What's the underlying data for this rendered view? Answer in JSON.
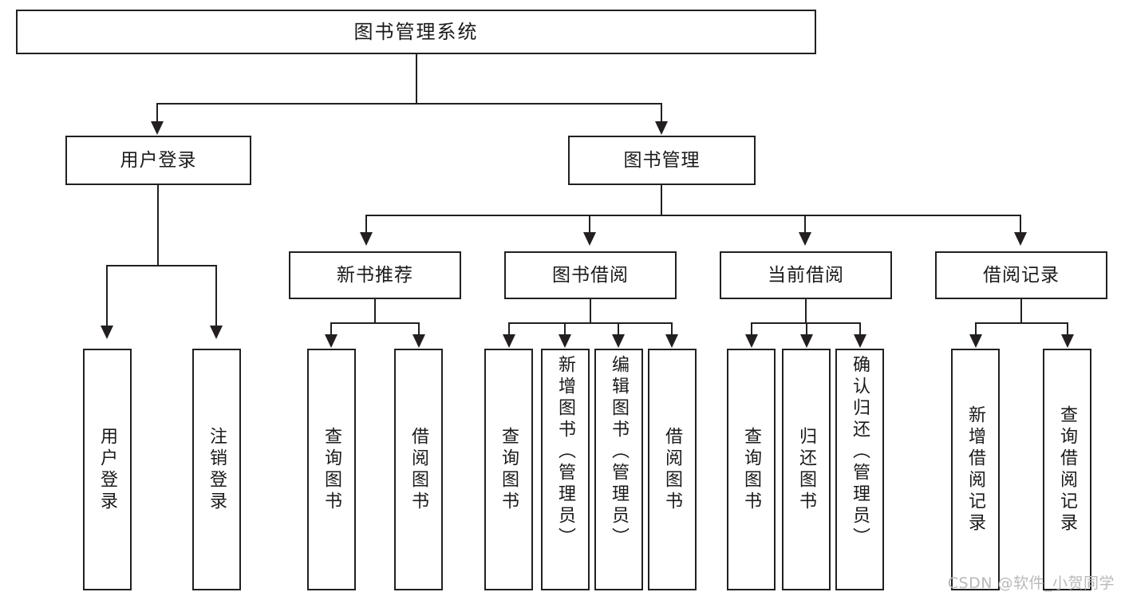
{
  "diagram": {
    "type": "tree-hierarchy",
    "title": "图书管理系统",
    "root": {
      "label": "图书管理系统"
    },
    "level2": [
      {
        "label": "用户登录"
      },
      {
        "label": "图书管理"
      }
    ],
    "level3": [
      {
        "label": "新书推荐"
      },
      {
        "label": "图书借阅"
      },
      {
        "label": "当前借阅"
      },
      {
        "label": "借阅记录"
      }
    ],
    "leaves": {
      "user_login": [
        {
          "label": "用户登录"
        },
        {
          "label": "注销登录"
        }
      ],
      "new_book_recommend": [
        {
          "label": "查询图书"
        },
        {
          "label": "借阅图书"
        }
      ],
      "book_borrow": [
        {
          "label": "查询图书"
        },
        {
          "label": "新增图书（管理员）"
        },
        {
          "label": "编辑图书（管理员）"
        },
        {
          "label": "借阅图书"
        }
      ],
      "current_borrow": [
        {
          "label": "查询图书"
        },
        {
          "label": "归还图书"
        },
        {
          "label": "确认归还（管理员）"
        }
      ],
      "borrow_record": [
        {
          "label": "新增借阅记录"
        },
        {
          "label": "查询借阅记录"
        }
      ]
    }
  },
  "watermark": {
    "text": "CSDN @软件_小贺同学"
  },
  "colors": {
    "stroke": "#231f20",
    "background": "#ffffff",
    "text": "#1a1a1a",
    "watermark": "#b9b9b9"
  }
}
